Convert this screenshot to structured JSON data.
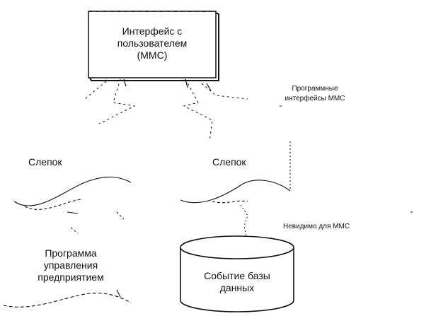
{
  "diagram": {
    "hmi_box": {
      "label": "Интерфейс с\nпользователем\n(ММС)"
    },
    "api_note": "Программные\nинтерфейсы ММС",
    "snapshot_left": "Слепок",
    "snapshot_mid": "Слепок",
    "invisible_note": "Невидимо для ММС",
    "erp_program": "Программа\nуправления\nпредприятием",
    "db_event": "Событие базы\nданных"
  },
  "colors": {
    "ink": "#111111",
    "paper": "#ffffff"
  }
}
